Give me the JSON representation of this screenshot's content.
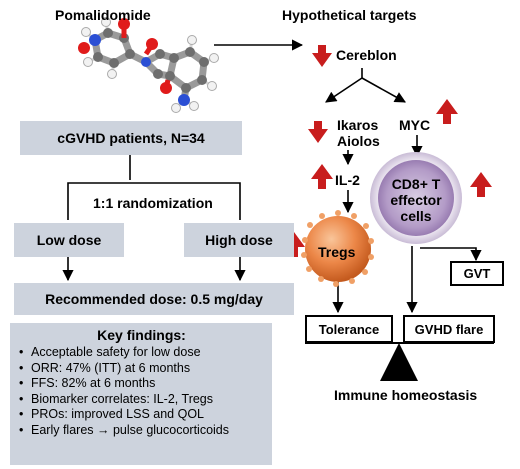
{
  "molecule": {
    "title": "Pomalidomide"
  },
  "targets": {
    "title": "Hypothetical targets",
    "cereblon": "Cereblon",
    "ikaros": "Ikaros",
    "aiolos": "Aiolos",
    "myc": "MYC",
    "il2": "IL-2",
    "tregs": "Tregs",
    "cd8_line1": "CD8+ T",
    "cd8_line2": "effector",
    "cd8_line3": "cells",
    "gvt": "GVT",
    "tolerance": "Tolerance",
    "gvhd_flare": "GVHD flare",
    "homeostasis": "Immune homeostasis"
  },
  "trial": {
    "patients": "cGVHD patients, N=34",
    "randomization": "1:1 randomization",
    "low_dose": "Low dose",
    "high_dose": "High dose",
    "recommended": "Recommended dose: 0.5 mg/day"
  },
  "key_findings": {
    "title": "Key findings:",
    "items": [
      "Acceptable safety for low dose",
      "ORR: 47% (ITT) at 6 months",
      "FFS: 82% at 6 months",
      "Biomarker correlates: IL-2, Tregs",
      "PROs: improved LSS and QOL",
      "Early flares → pulse glucocorticoids"
    ]
  },
  "colors": {
    "panel_fill": "#cdd3dd",
    "arrow_red": "#c81d1d",
    "treg_orange": "#e8793a",
    "cd8_purple": "#b6a3c8"
  }
}
